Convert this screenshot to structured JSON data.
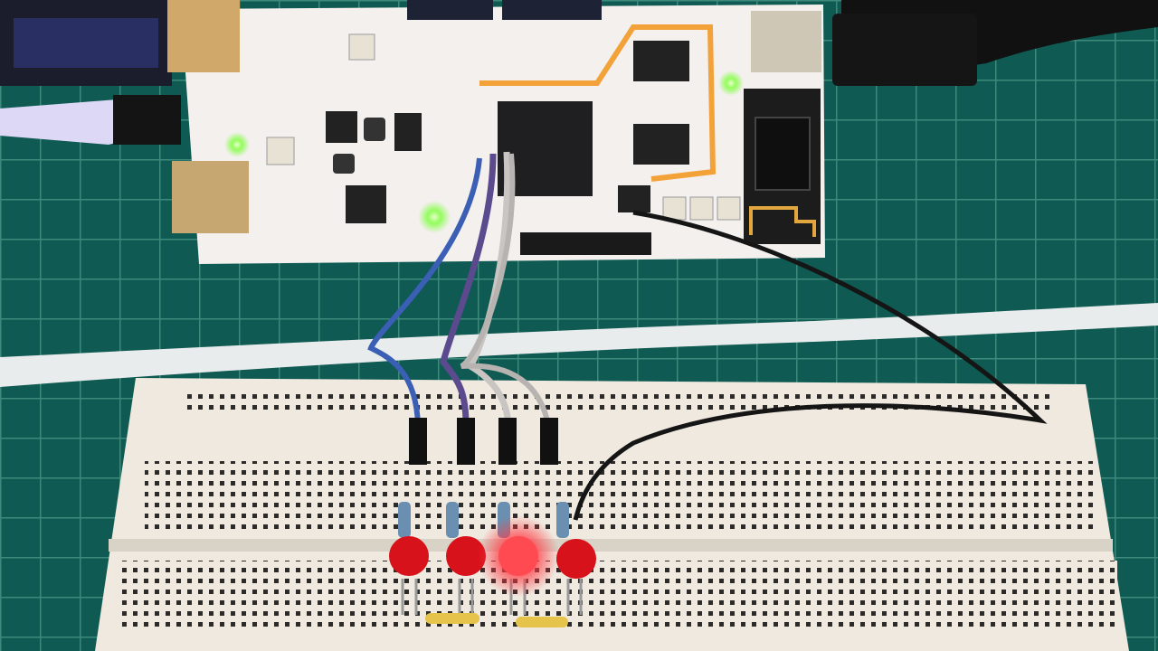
{
  "scene": {
    "description_tags": [
      "dev-board",
      "breadboard",
      "jumper-wires",
      "resistors",
      "leds",
      "cutting-mat"
    ],
    "leds": [
      {
        "id": "led-1",
        "lit": false
      },
      {
        "id": "led-2",
        "lit": false
      },
      {
        "id": "led-3",
        "lit": true
      },
      {
        "id": "led-4",
        "lit": false
      }
    ],
    "colors": {
      "mat_base": "#0f5a52",
      "mat_grid": "#3d8a7c",
      "board": "#f3f0ee",
      "breadboard": "#efe9df",
      "led_off": "#d8121a",
      "led_on": "#ff4a52",
      "wire_blue": "#3a5fb5",
      "wire_purple": "#5b4a8e",
      "wire_gray": "#c9c5c2",
      "wire_black": "#151515",
      "trace_orange": "#f3a23a",
      "status_green": "#7dff3a"
    }
  }
}
